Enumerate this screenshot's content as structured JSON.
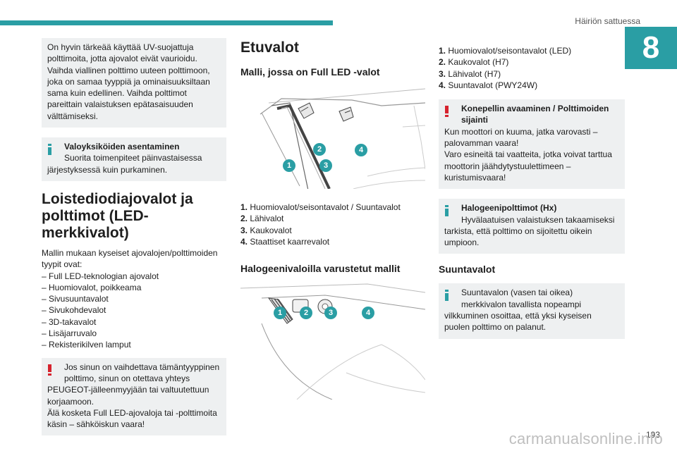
{
  "header": {
    "section_title": "Häiriön sattuessa",
    "chapter_number": "8",
    "accent_color": "#2a9ea4",
    "warning_color": "#d6232e"
  },
  "col1": {
    "box1": {
      "text": "On hyvin tärkeää käyttää UV-suojattuja polttimoita, jotta ajovalot eivät vaurioidu. Vaihda viallinen polttimo uuteen polttimoon, joka on samaa tyyppiä ja ominaisuuksiltaan sama kuin edellinen. Vaihda polttimot pareittain valaistuksen epätasaisuuden välttämiseksi."
    },
    "box2": {
      "icon": "info-icon",
      "title": "Valoyksiköiden asentaminen",
      "line1": "Suorita toimenpiteet päinvastaisessa",
      "line2": "järjestyksessä kuin purkaminen."
    },
    "heading": "Loistediodiajovalot ja polttimot (LED-merkkivalot)",
    "intro": "Mallin mukaan kyseiset ajovalojen/polttimoiden tyypit ovat:",
    "list": [
      "– Full LED-teknologian ajovalot",
      "– Huomiovalot, poikkeama",
      "– Sivusuuntavalot",
      "– Sivukohdevalot",
      "– 3D-takavalot",
      "– Lisäjarruvalo",
      "– Rekisterikilven lamput"
    ],
    "box3": {
      "icon": "warning-icon",
      "line1": "Jos sinun on vaihdettava tämäntyyppinen",
      "line2": "polttimo, sinun on otettava yhteys",
      "rest": "PEUGEOT-jälleenmyyjään tai valtuutettuun korjaamoon.",
      "rest2": "Älä kosketa Full LED-ajovaloja tai -polttimoita käsin – sähköiskun vaara!"
    }
  },
  "col2": {
    "heading": "Etuvalot",
    "subheading1": "Malli, jossa on Full LED -valot",
    "callouts1": [
      "1",
      "2",
      "3",
      "4"
    ],
    "list1": [
      {
        "n": "1.",
        "t": "Huomiovalot/seisontavalot / Suuntavalot"
      },
      {
        "n": "2.",
        "t": "Lähivalot"
      },
      {
        "n": "3.",
        "t": "Kaukovalot"
      },
      {
        "n": "4.",
        "t": "Staattiset kaarrevalot"
      }
    ],
    "subheading2": "Halogeenivaloilla varustetut mallit",
    "callouts2": [
      "1",
      "2",
      "3",
      "4"
    ]
  },
  "col3": {
    "list": [
      {
        "n": "1.",
        "t": "Huomiovalot/seisontavalot (LED)"
      },
      {
        "n": "2.",
        "t": "Kaukovalot (H7)"
      },
      {
        "n": "3.",
        "t": "Lähivalot (H7)"
      },
      {
        "n": "4.",
        "t": "Suuntavalot (PWY24W)"
      }
    ],
    "box1": {
      "icon": "warning-icon",
      "title1": "Konepellin avaaminen / Polttimoiden",
      "title2": "sijainti",
      "p1": "Kun moottori on kuuma, jatka varovasti – palovamman vaara!",
      "p2": "Varo esineitä tai vaatteita, jotka voivat tarttua moottorin jäähdytystuulettimeen – kuristumisvaara!"
    },
    "box2": {
      "icon": "info-icon",
      "title": "Halogeenipolttimot (Hx)",
      "line1": "Hyvälaatuisen valaistuksen takaamiseksi",
      "rest": "tarkista, että polttimo on sijoitettu oikein umpioon."
    },
    "heading": "Suuntavalot",
    "box3": {
      "icon": "info-icon",
      "line1": "Suuntavalon (vasen tai oikea)",
      "line2": "merkkivalon tavallista nopeampi",
      "rest": "vilkkuminen osoittaa, että yksi kyseisen puolen polttimo on palanut."
    }
  },
  "footer": {
    "page_number": "193",
    "watermark": "carmanualsonline.info"
  }
}
